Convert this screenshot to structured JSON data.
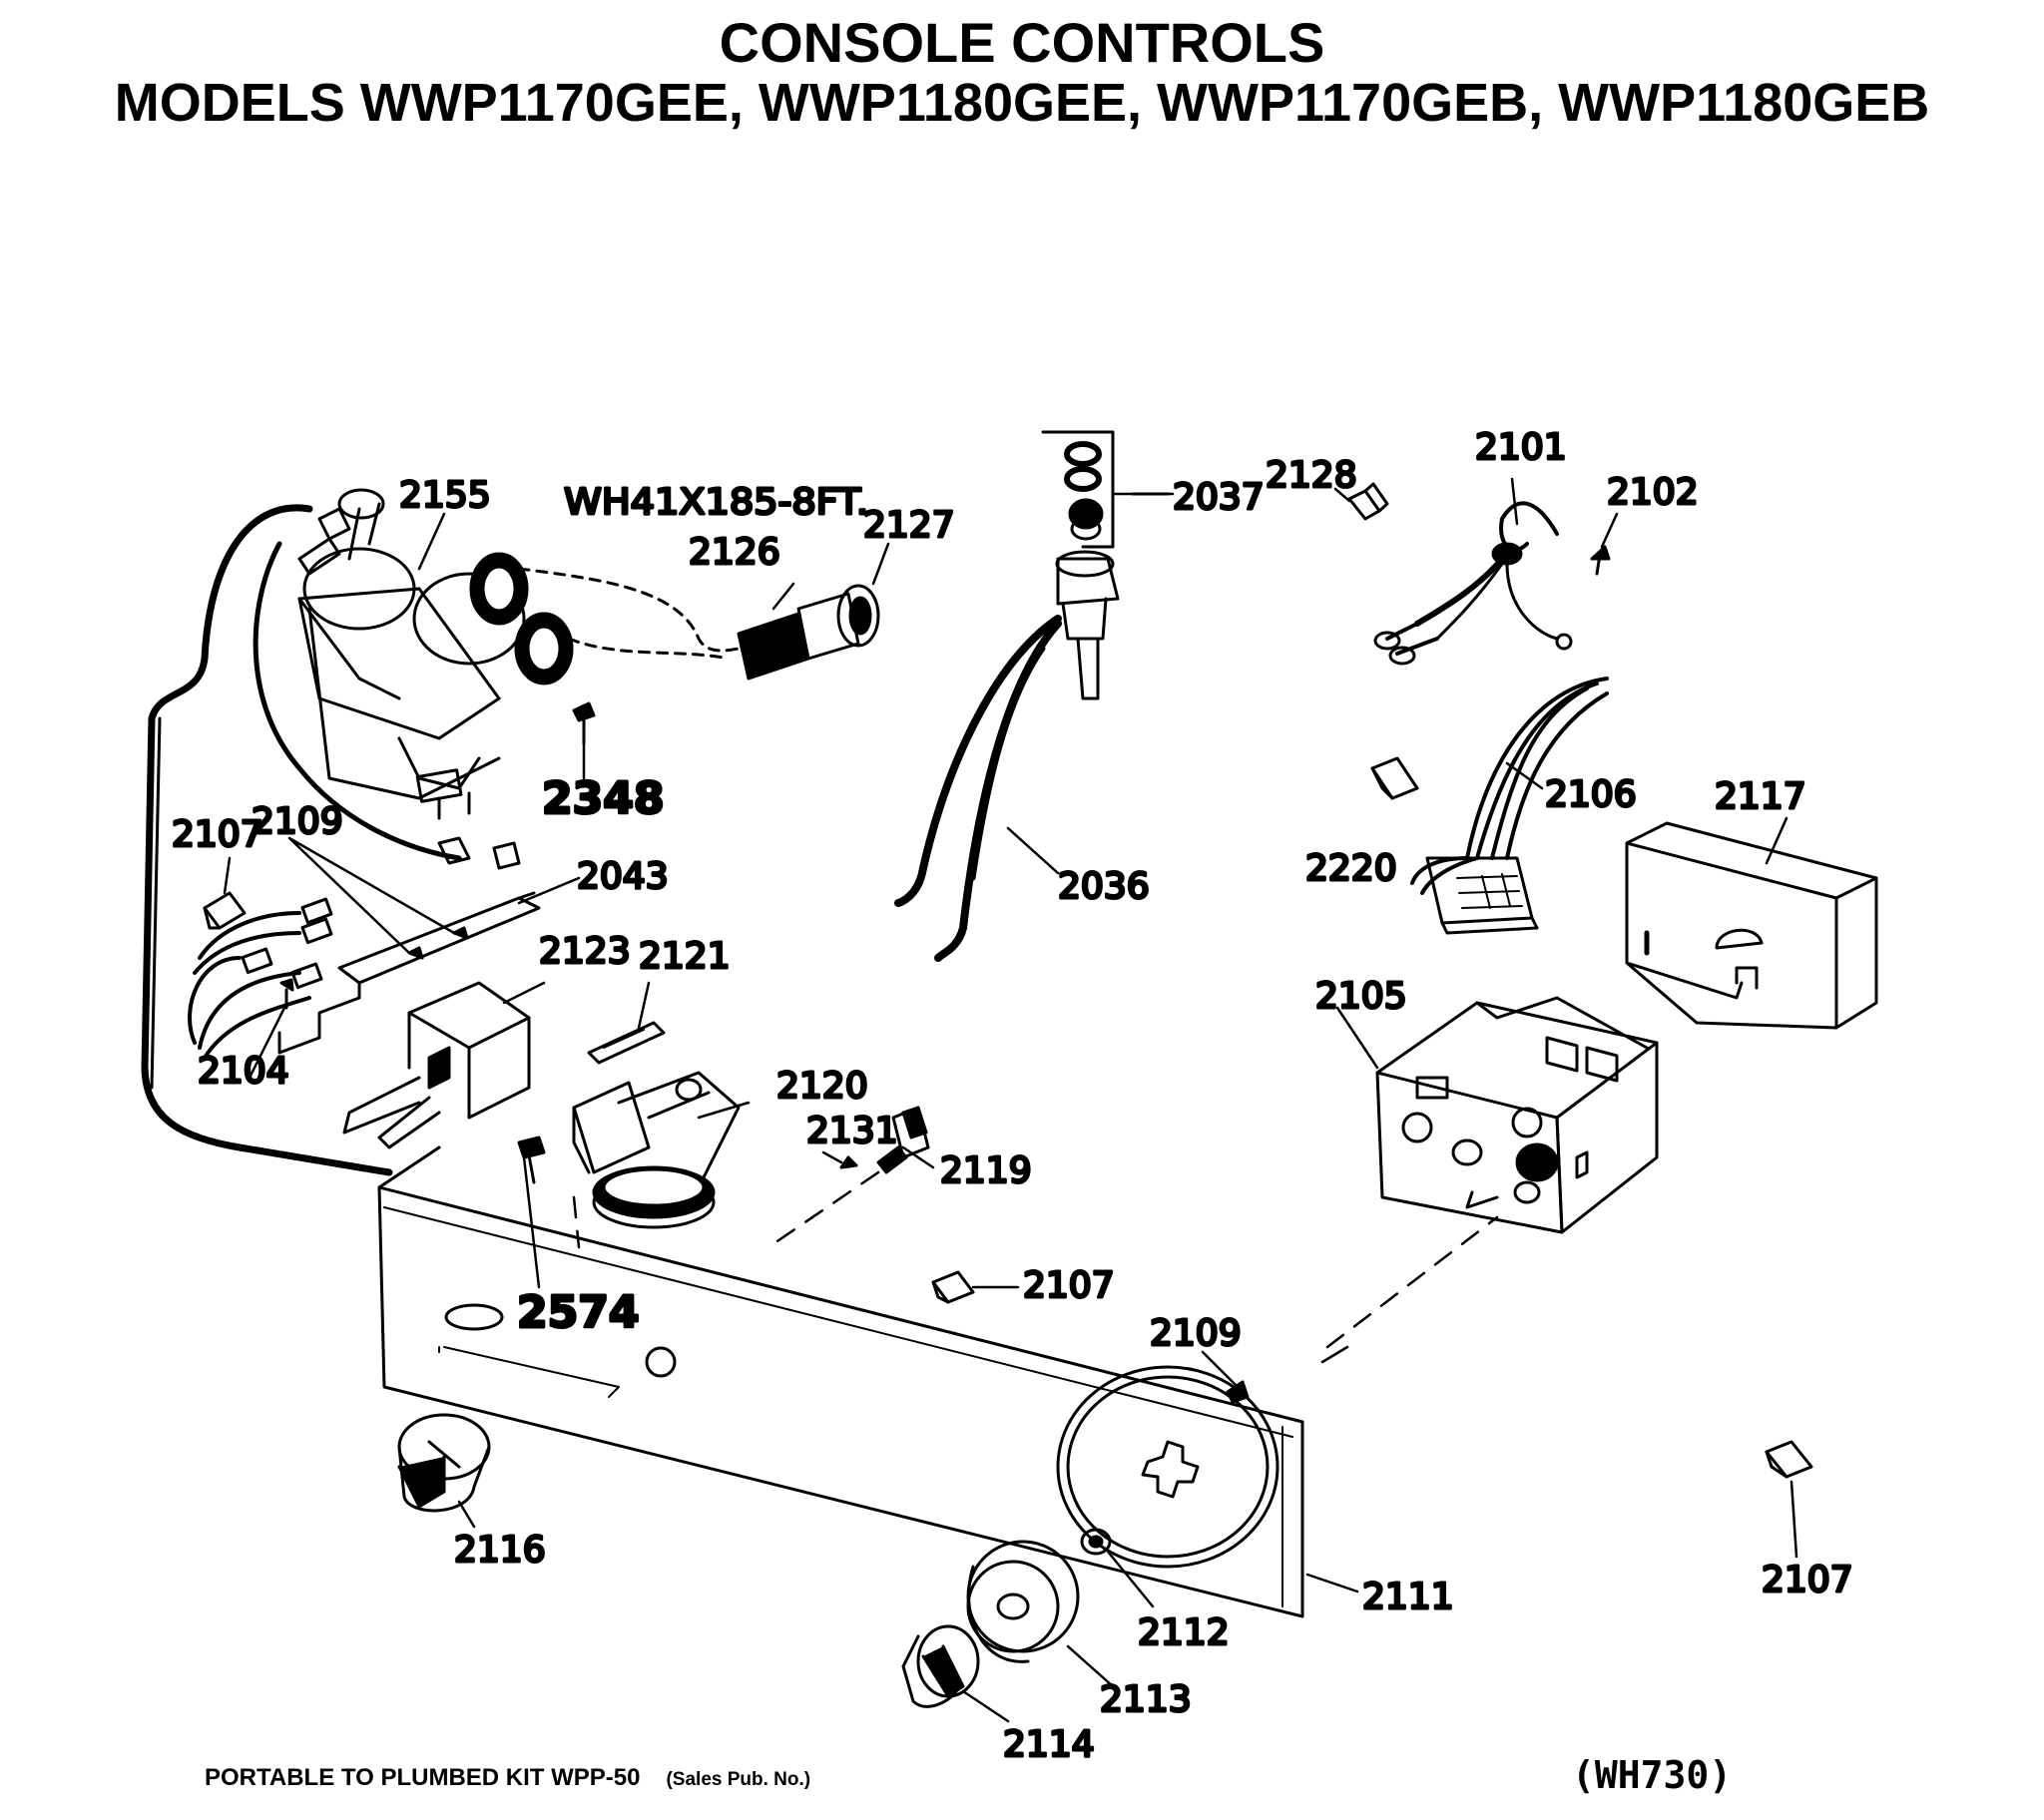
{
  "title": "CONSOLE CONTROLS",
  "subtitle": "MODELS WWP1170GEE, WWP1180GEE, WWP1170GEB, WWP1180GEB",
  "cable_callout": "WH41X185-8FT.",
  "part_labels": [
    {
      "id": "2155",
      "text": "2155"
    },
    {
      "id": "2126",
      "text": "2126"
    },
    {
      "id": "2127",
      "text": "2127"
    },
    {
      "id": "2037",
      "text": "2037"
    },
    {
      "id": "2128",
      "text": "2128"
    },
    {
      "id": "2101",
      "text": "2101"
    },
    {
      "id": "2102",
      "text": "2102"
    },
    {
      "id": "2348",
      "text": "2348"
    },
    {
      "id": "2036",
      "text": "2036"
    },
    {
      "id": "2106",
      "text": "2106"
    },
    {
      "id": "2220",
      "text": "2220"
    },
    {
      "id": "2117",
      "text": "2117"
    },
    {
      "id": "2107a",
      "text": "2107"
    },
    {
      "id": "2109a",
      "text": "2109"
    },
    {
      "id": "2043",
      "text": "2043"
    },
    {
      "id": "2123",
      "text": "2123"
    },
    {
      "id": "2121",
      "text": "2121"
    },
    {
      "id": "2104",
      "text": "2104"
    },
    {
      "id": "2105",
      "text": "2105"
    },
    {
      "id": "2120",
      "text": "2120"
    },
    {
      "id": "2131",
      "text": "2131"
    },
    {
      "id": "2119",
      "text": "2119"
    },
    {
      "id": "2574",
      "text": "2574"
    },
    {
      "id": "2107b",
      "text": "2107"
    },
    {
      "id": "2109b",
      "text": "2109"
    },
    {
      "id": "2116",
      "text": "2116"
    },
    {
      "id": "2111",
      "text": "2111"
    },
    {
      "id": "2112",
      "text": "2112"
    },
    {
      "id": "2113",
      "text": "2113"
    },
    {
      "id": "2114",
      "text": "2114"
    },
    {
      "id": "2107c",
      "text": "2107"
    }
  ],
  "footer": {
    "kit_text": "PORTABLE TO PLUMBED KIT WPP-50",
    "kit_note": "(Sales Pub. No.)",
    "diagram_code": "(WH730)"
  }
}
